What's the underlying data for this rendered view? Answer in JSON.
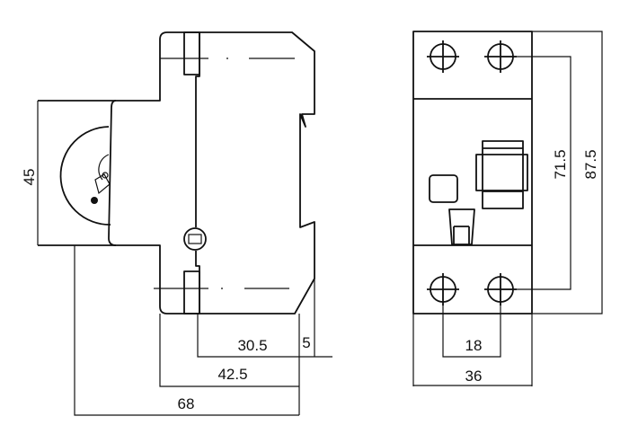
{
  "side_view": {
    "dimensions": {
      "height_front": "45",
      "rail_to_front": "30.5",
      "clip_depth": "5",
      "body_depth": "42.5",
      "overall_depth": "68"
    }
  },
  "front_view": {
    "dimensions": {
      "terminal_spacing_vertical": "71.5",
      "overall_height": "87.5",
      "terminal_spacing_horizontal": "18",
      "overall_width": "36"
    }
  },
  "colors": {
    "line": "#111111",
    "background": "#ffffff"
  }
}
